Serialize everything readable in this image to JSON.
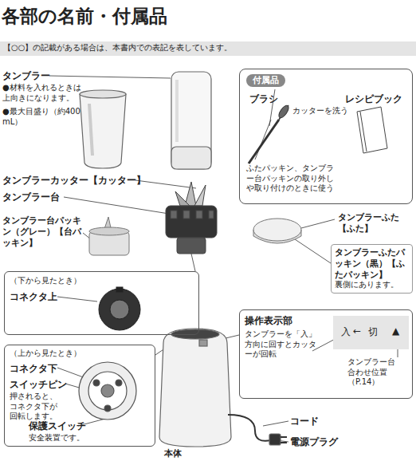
{
  "diagram": {
    "title": "各部の名前・付属品",
    "nodes": [
      {
        "text": [
          "【○○】の記載がある場合は、本書内での表記を表しています。"
        ]
      },
      {
        "text": [
          "付属品",
          "ブラシ",
          "カッターを洗う",
          "ふたパッキン、タンブラー台パッキンの取り外しや取り付けのときに使う",
          "レシピブック"
        ]
      },
      {
        "text": [
          "（下から見たとき）",
          "コネクタ上"
        ]
      },
      {
        "text": [
          "タンブラーふたパッキン（黒）【ふたパッキン】",
          "裏側にあります。"
        ]
      },
      {
        "text": [
          "（上から見たとき）",
          "コネクタ下",
          "スイッチピン",
          "押されると、コネクタ下が回転します。",
          "保護スイッチ",
          "安全装置です。"
        ]
      },
      {
        "text": [
          "操作表示部",
          "タンブラーを「入」方向に回すとカッターが回転"
        ]
      },
      {
        "text": [
          "入",
          "←",
          "切",
          "▲"
        ],
        "in": 5
      }
    ],
    "labels": [
      "タンブラー",
      "●材料を入れるときは上向きになります。",
      "●最大目盛り（約400 mL）",
      "タンブラーカッター【カッター】",
      "タンブラー台",
      "タンブラー台パッキン（グレー）【台パッキン】",
      "タンブラーふた【ふた】",
      "タンブラー台合わせ位置（P.14）",
      "コード",
      "電源プラグ",
      "本体"
    ]
  }
}
